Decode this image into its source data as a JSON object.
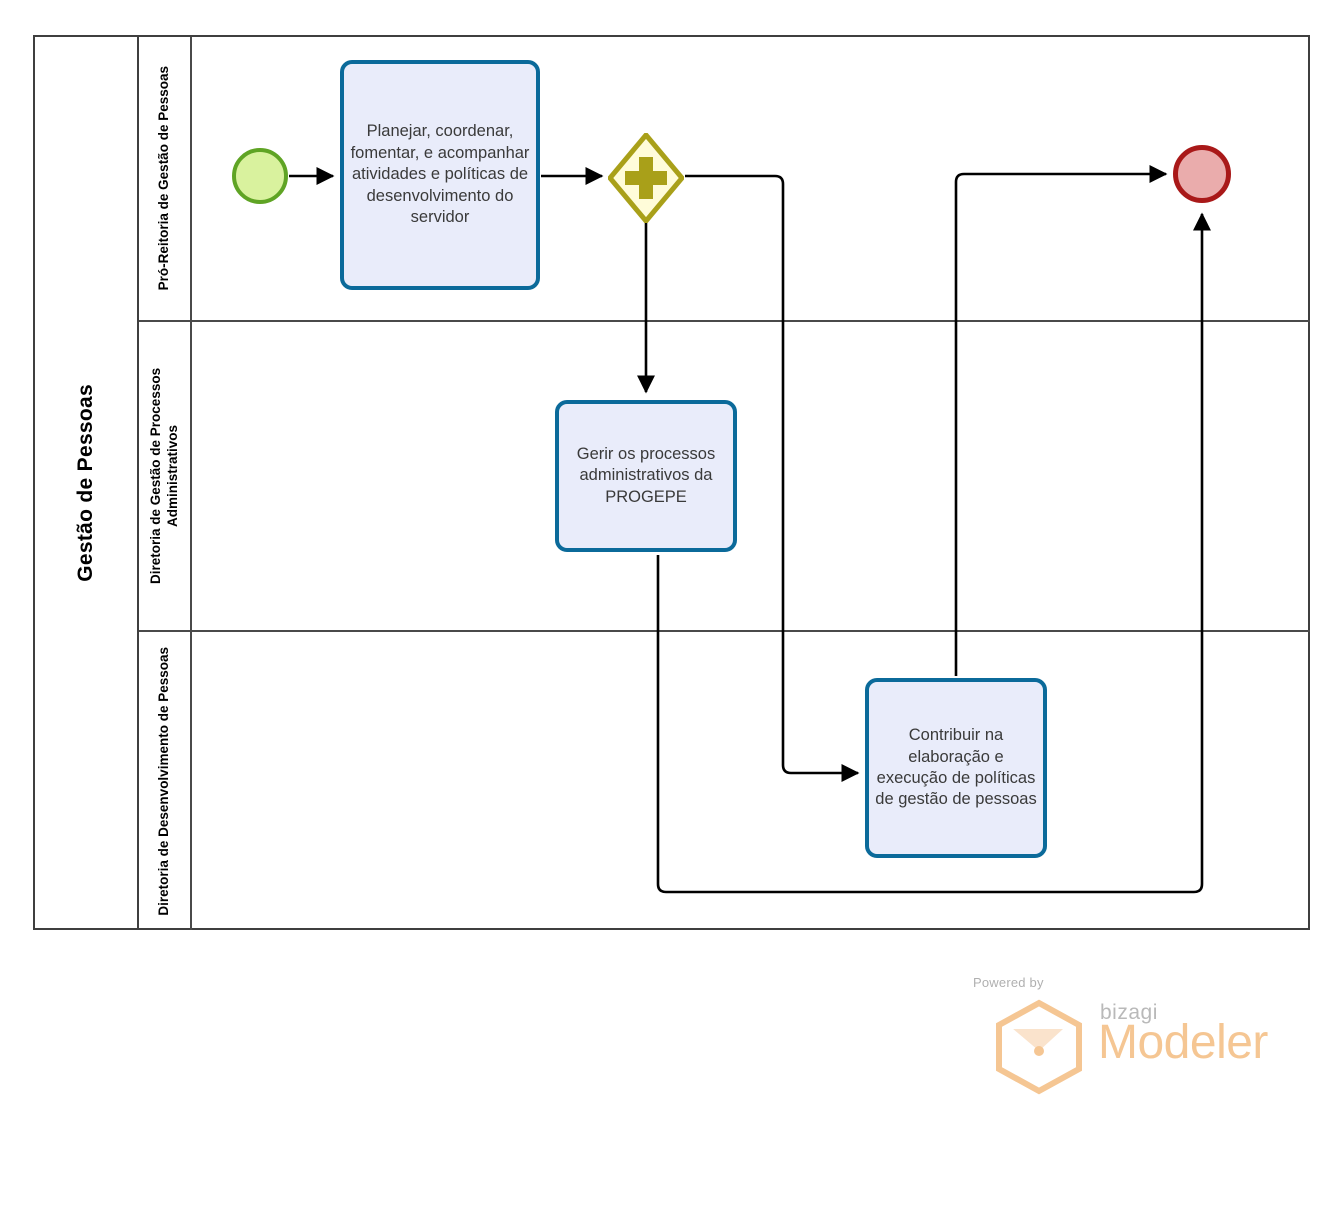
{
  "diagram": {
    "type": "bpmn-process-diagram",
    "pool": {
      "name": "Gestão de Pessoas"
    },
    "lanes": [
      {
        "id": "lane-1",
        "name": "Pró-Reitoria de Gestão de Pessoas"
      },
      {
        "id": "lane-2",
        "name": "Diretoria de Gestão de Processos Administrativos"
      },
      {
        "id": "lane-3",
        "name": "Diretoria de Desenvolvimento de Pessoas"
      }
    ],
    "nodes": {
      "start_event": {
        "label": "",
        "type": "start-event",
        "lane": "lane-1",
        "fill": "#D9F29E",
        "stroke": "#5FA424"
      },
      "task_1": {
        "label": "Planejar, coordenar, fomentar, e acompanhar atividades e políticas de desenvolvimento do servidor",
        "type": "task",
        "lane": "lane-1",
        "fill": "#E9ECFA",
        "stroke": "#0B6A9A"
      },
      "gateway_parallel": {
        "label": "",
        "type": "parallel-gateway",
        "lane": "lane-1",
        "fill": "#FFFCD9",
        "stroke": "#A9A019",
        "symbol": "plus"
      },
      "task_2": {
        "label": "Gerir os processos administrativos da PROGEPE",
        "type": "task",
        "lane": "lane-2",
        "fill": "#E9ECFA",
        "stroke": "#0B6A9A"
      },
      "task_3": {
        "label": "Contribuir na elaboração e execução de políticas de gestão de pessoas",
        "type": "task",
        "lane": "lane-3",
        "fill": "#E9ECFA",
        "stroke": "#0B6A9A"
      },
      "end_event": {
        "label": "",
        "type": "end-event",
        "lane": "lane-1",
        "fill": "#EAACAC",
        "stroke": "#A91919"
      }
    },
    "flows": [
      {
        "from": "start_event",
        "to": "task_1",
        "label": ""
      },
      {
        "from": "task_1",
        "to": "gateway_parallel",
        "label": ""
      },
      {
        "from": "gateway_parallel",
        "to": "task_2",
        "label": ""
      },
      {
        "from": "gateway_parallel",
        "to": "task_3",
        "label": ""
      },
      {
        "from": "task_3",
        "to": "end_event",
        "label": ""
      },
      {
        "from": "task_2",
        "to": "end_event",
        "label": ""
      }
    ]
  },
  "watermark": {
    "powered_by": "Powered by",
    "brand": "bizagi",
    "product": "Modeler",
    "brand_color": "#F5C693"
  }
}
